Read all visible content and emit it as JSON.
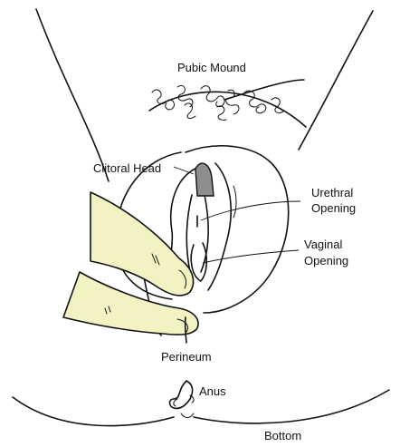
{
  "labels": {
    "pubic_mound": "Pubic Mound",
    "clitoral_head": "Clitoral Head",
    "urethral_opening_line1": "Urethral",
    "urethral_opening_line2": "Opening",
    "vaginal_opening_line1": "Vaginal",
    "vaginal_opening_line2": "Opening",
    "perineum": "Perineum",
    "anus": "Anus",
    "bottom": "Bottom"
  },
  "colors": {
    "finger_fill": "#f3f2c2",
    "clitoral_head_fill": "#8e8e8e",
    "line": "#111111",
    "background": "#ffffff"
  }
}
